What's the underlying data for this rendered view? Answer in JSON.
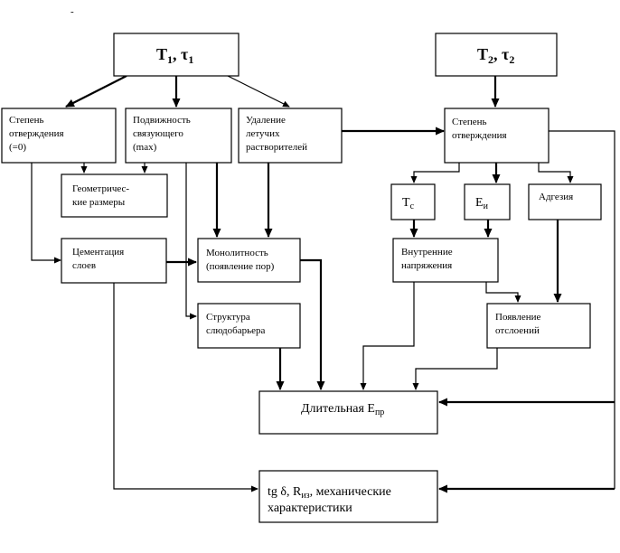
{
  "diagram": {
    "stray_mark": "-",
    "nodes": {
      "t1": {
        "main": "T",
        "sub1": "1",
        "mid": ", τ",
        "sub2": "1"
      },
      "t2": {
        "main": "T",
        "sub1": "2",
        "mid": ", τ",
        "sub2": "2"
      },
      "cure_degree_left": {
        "lines": [
          "Степень",
          "отверждения",
          "(=0)"
        ]
      },
      "binder_mobility": {
        "lines": [
          "Подвижность",
          "связующего",
          "(max)"
        ]
      },
      "solvent_removal": {
        "lines": [
          "Удаление",
          "летучих",
          "растворителей"
        ]
      },
      "cure_degree_right": {
        "lines": [
          "Степень",
          "отверждения"
        ]
      },
      "geometry": {
        "lines": [
          "Геометричес-",
          "кие размеры"
        ]
      },
      "tc": {
        "main": "T",
        "sub": "c"
      },
      "en": {
        "main": "E",
        "sub": "и"
      },
      "adhesion": {
        "label": "Адгезия"
      },
      "cementation": {
        "lines": [
          "Цементация",
          "слоев"
        ]
      },
      "monolithic": {
        "lines": [
          "Монолитность",
          "(появление пор)"
        ]
      },
      "internal_stress": {
        "lines": [
          "Внутренние",
          "напряжения"
        ]
      },
      "mica_structure": {
        "lines": [
          "Структура",
          "слюдобарьера"
        ]
      },
      "delamination": {
        "lines": [
          "Появление",
          "отслоений"
        ]
      },
      "long_term": {
        "main": "Длительная E",
        "sub": "пр"
      },
      "characteristics": {
        "line1_a": "tg δ, R",
        "line1_sub": "из",
        "line1_b": ", механические",
        "line2": "характеристики"
      }
    }
  }
}
